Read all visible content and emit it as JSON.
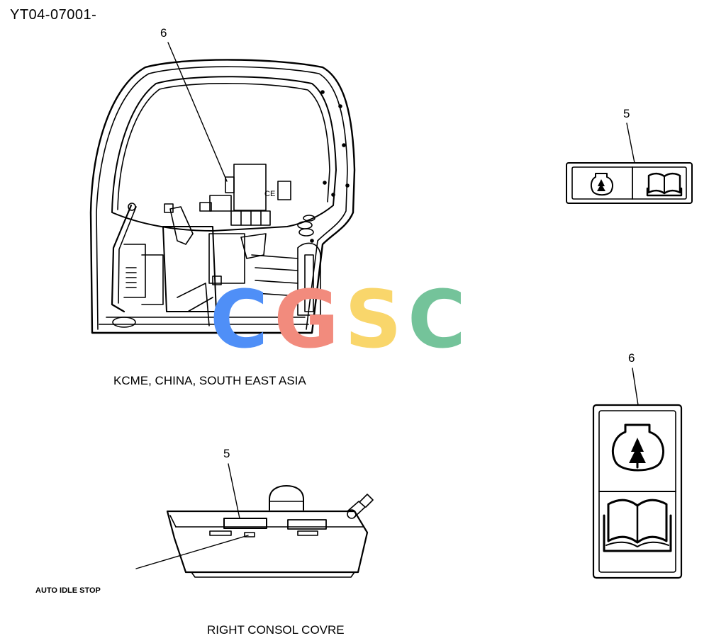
{
  "drawing_code": "YT04-07001-",
  "cab_view": {
    "callout": "6",
    "caption": "KCME, CHINA, SOUTH EAST ASIA"
  },
  "decal_horizontal": {
    "callout": "5",
    "icons": [
      "engine-idle-icon",
      "manual-book-icon"
    ]
  },
  "decal_vertical": {
    "callout": "6",
    "icons": [
      "engine-idle-icon",
      "manual-book-icon"
    ]
  },
  "console_view": {
    "callout": "5",
    "label": "AUTO IDLE STOP",
    "caption": "RIGHT CONSOL COVRE"
  },
  "watermark": {
    "text": "CGSC",
    "colors": [
      "#4f8ff7",
      "#f28b7d",
      "#f9d66b",
      "#74c39a"
    ]
  }
}
